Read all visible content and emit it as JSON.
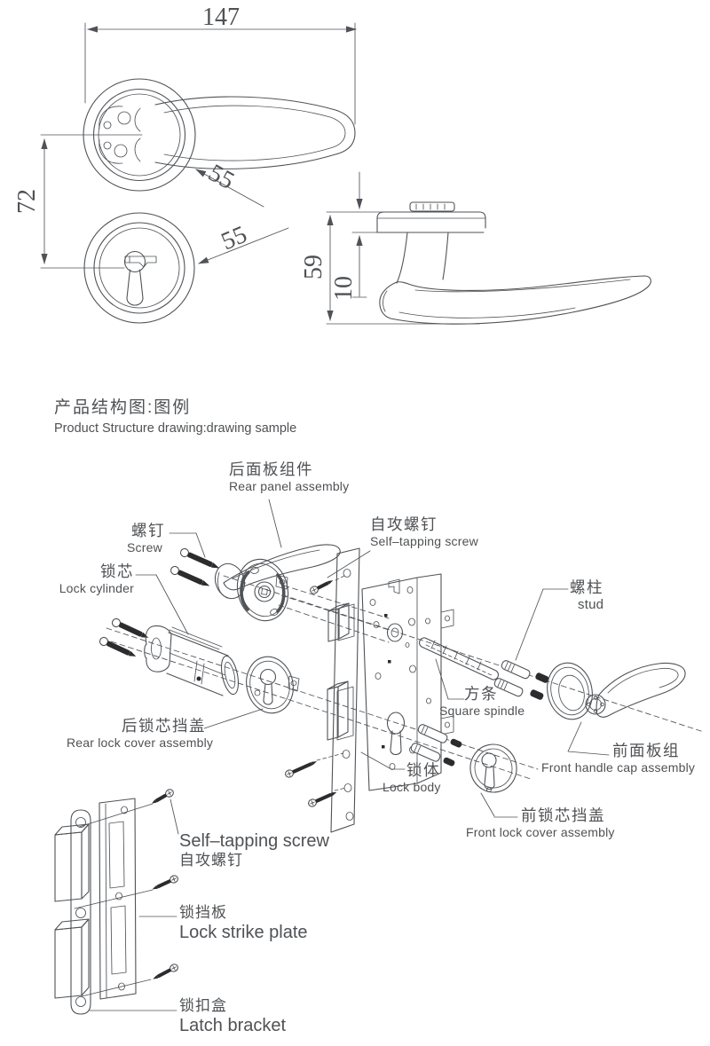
{
  "title": {
    "zh": "产品结构图:图例",
    "en": "Product Structure drawing:drawing sample"
  },
  "dimensions": {
    "handle_length": "147",
    "centers_distance": "72",
    "rose_diameter": "55",
    "escutcheon_diameter": "55",
    "side_height": "59",
    "rose_thickness": "10"
  },
  "labels": {
    "rear_panel": {
      "zh": "后面板组件",
      "en": "Rear panel assembly"
    },
    "screw": {
      "zh": "螺钉",
      "en": "Screw"
    },
    "self_tapping_screw": {
      "zh": "自攻螺钉",
      "en": "Self–tapping screw"
    },
    "lock_cylinder": {
      "zh": "锁芯",
      "en": "Lock cylinder"
    },
    "stud": {
      "zh": "螺柱",
      "en": "stud"
    },
    "square_spindle": {
      "zh": "方条",
      "en": "Square spindle"
    },
    "rear_lock_cover": {
      "zh": "后锁芯挡盖",
      "en": "Rear lock cover assembly"
    },
    "lock_body": {
      "zh": "锁体",
      "en": "Lock body"
    },
    "front_handle_cap": {
      "zh": "前面板组",
      "en": "Front handle cap assembly"
    },
    "front_lock_cover": {
      "zh": "前锁芯挡盖",
      "en": "Front lock cover assembly"
    },
    "self_tapping_screw_bottom": {
      "en": "Self–tapping screw",
      "zh": "自攻螺钉"
    },
    "lock_strike_plate": {
      "zh": "锁挡板",
      "en": "Lock strike plate"
    },
    "latch_bracket": {
      "zh": "锁扣盒",
      "en": "Latch bracket"
    }
  },
  "colors": {
    "line": "#4f5256",
    "text": "#4f5154",
    "dark_fill": "#2c2c2e",
    "background": "#ffffff"
  }
}
